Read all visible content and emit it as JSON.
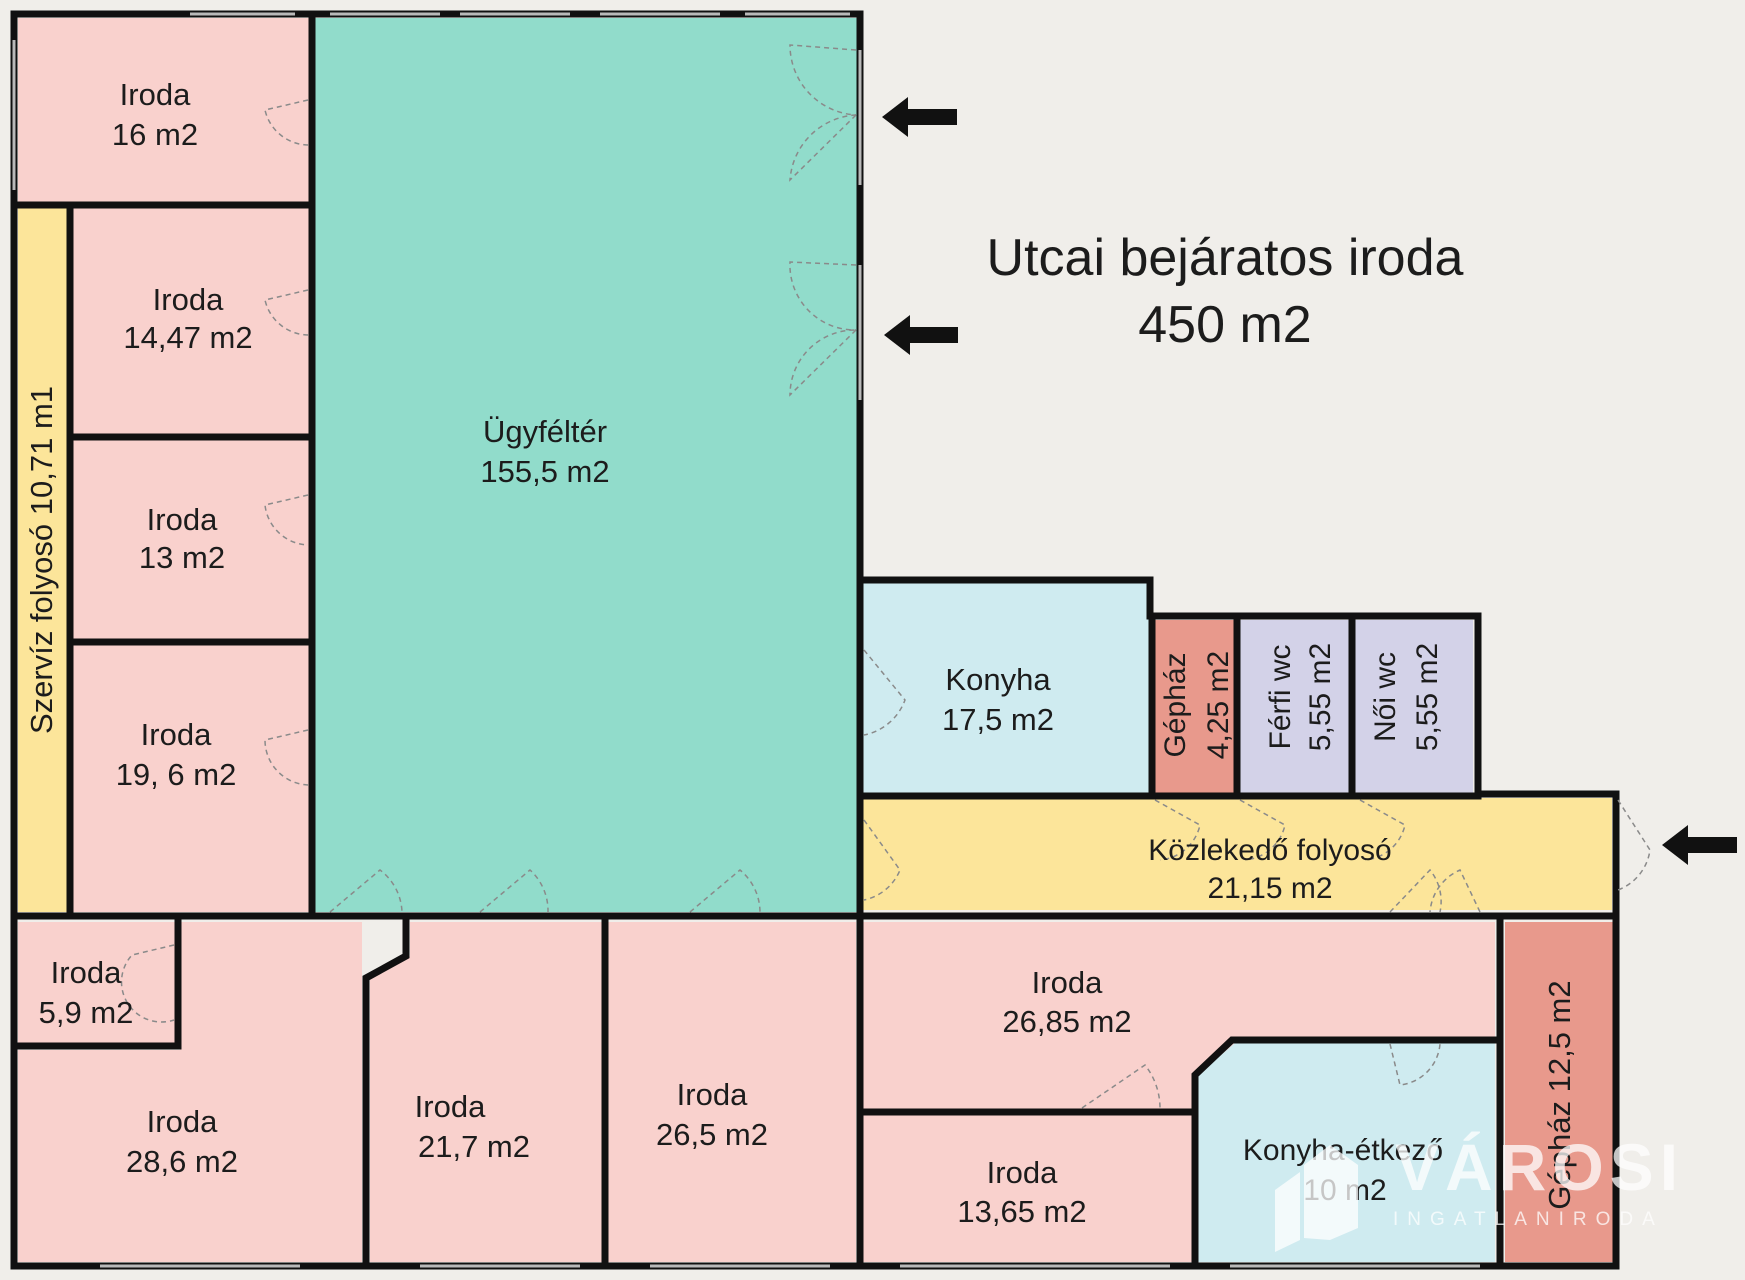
{
  "title": {
    "line1": "Utcai bejáratos iroda",
    "line2": "450 m2"
  },
  "rooms": {
    "iroda_16": {
      "name": "Iroda",
      "area": "16 m2"
    },
    "iroda_1447": {
      "name": "Iroda",
      "area": "14,47 m2"
    },
    "iroda_13": {
      "name": "Iroda",
      "area": "13 m2"
    },
    "iroda_196": {
      "name": "Iroda",
      "area": "19, 6 m2"
    },
    "szerviz": {
      "label": "Szervíz folyosó 10,71 m1"
    },
    "ugyfelter": {
      "name": "Ügyféltér",
      "area": "155,5 m2"
    },
    "konyha": {
      "name": "Konyha",
      "area": "17,5 m2"
    },
    "gephaz_small": {
      "name": "Gépház",
      "area": "4,25 m2"
    },
    "ferfi_wc": {
      "name": "Férfi wc",
      "area": "5,55 m2"
    },
    "noi_wc": {
      "name": "Női wc",
      "area": "5,55 m2"
    },
    "kozlekedo": {
      "name": "Közlekedő folyosó",
      "area": "21,15 m2"
    },
    "iroda_59": {
      "name": "Iroda",
      "area": "5,9 m2"
    },
    "iroda_286": {
      "name": "Iroda",
      "area": "28,6 m2"
    },
    "iroda_217": {
      "name": "Iroda",
      "area": "21,7 m2"
    },
    "iroda_265": {
      "name": "Iroda",
      "area": "26,5 m2"
    },
    "iroda_2685": {
      "name": "Iroda",
      "area": "26,85 m2"
    },
    "iroda_1365": {
      "name": "Iroda",
      "area": "13,65 m2"
    },
    "konyha_etkezo": {
      "name": "Konyha-étkező",
      "area": "10 m2"
    },
    "gephaz_big": {
      "label": "Gépház 12,5 m2"
    }
  },
  "watermark": {
    "brand": "VÁROSI",
    "sub": "INGATLANIRODA"
  },
  "colors": {
    "office": "#f9d1cd",
    "client_area": "#91dccb",
    "kitchen": "#cfebf0",
    "machine_room": "#e8998c",
    "wc": "#d3d2e8",
    "corridor": "#fce59a",
    "wall": "#111111",
    "background": "#f0eeea"
  },
  "icons": [
    "entrance-arrow-icon",
    "door-swing-icon"
  ]
}
